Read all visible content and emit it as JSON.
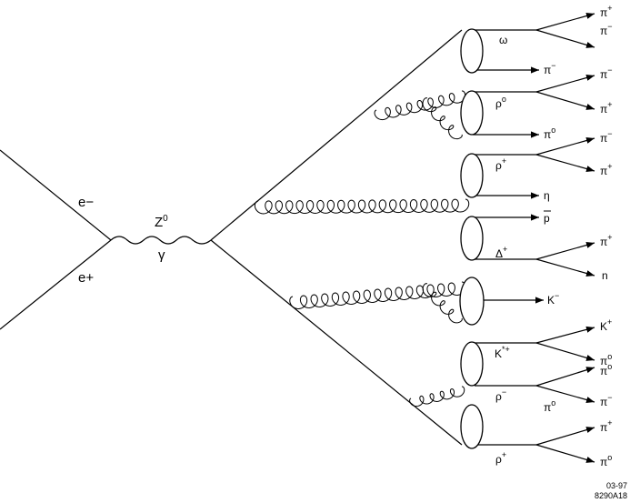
{
  "diagram": {
    "incoming": {
      "electron": "e−",
      "positron": "e+"
    },
    "boson": {
      "z": "Z",
      "z_sup": "0",
      "photon": "γ"
    },
    "hadrons": {
      "omega": "ω",
      "rho0": "ρ",
      "rho0_sup": "o",
      "rho_plus_1": "ρ",
      "rho_plus_1_sup": "+",
      "delta": "Δ",
      "delta_sup": "+",
      "kstar": "K",
      "kstar_sup": "*+",
      "rho_minus": "ρ",
      "rho_minus_sup": "−",
      "rho_plus_2": "ρ",
      "rho_plus_2_sup": "+"
    },
    "outgoing": {
      "pi_a": "π",
      "pi_a_sup": "+",
      "pi_b": "π",
      "pi_b_sup": "−",
      "pi_c": "π",
      "pi_c_sup": "−",
      "pi_d": "π",
      "pi_d_sup": "−",
      "pi_e": "π",
      "pi_e_sup": "+",
      "pi_f": "π",
      "pi_f_sup": "o",
      "pi_g": "π",
      "pi_g_sup": "−",
      "pi_h": "π",
      "pi_h_sup": "+",
      "eta": "η",
      "pbar": "p",
      "pi_i": "π",
      "pi_i_sup": "+",
      "neutron": "n",
      "kminus": "K",
      "kminus_sup": "−",
      "kplus": "K",
      "kplus_sup": "+",
      "pi_j": "π",
      "pi_j_sup": "o",
      "pi_k": "π",
      "pi_k_sup": "o",
      "pi_l": "π",
      "pi_l_sup": "o",
      "pi_m": "π",
      "pi_m_sup": "−",
      "pi_n": "π",
      "pi_n_sup": "+",
      "pi_o": "π",
      "pi_o_sup": "o"
    },
    "figure_code": {
      "line1": "03-97",
      "line2": "8290A18"
    }
  }
}
